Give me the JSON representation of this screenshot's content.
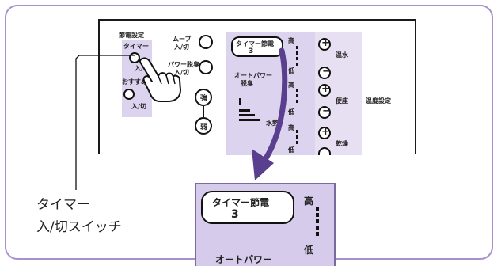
{
  "panel": {
    "section_title": "節電設定",
    "timer_btn_label": "タイマー",
    "onoff_label_1": "入/切",
    "osusume_label": "おすすめ",
    "onoff_label_2": "入/切",
    "move_label": "ムーブ",
    "move_onoff": "入/切",
    "power_label": "パワー脱臭",
    "power_onoff": "入/切",
    "strong_label": "強",
    "weak_label": "弱",
    "timer_display_label": "タイマー節電",
    "timer_display_value": "3",
    "autopower_label": "オートパワー",
    "autopower_sub": "脱臭",
    "suisei_label": "水勢",
    "high_1": "高",
    "low_1": "低",
    "high_2": "高",
    "low_2": "低",
    "high_3": "高",
    "low_3": "低",
    "onsui_label": "温水",
    "benza_label": "便座",
    "kansou_label": "乾燥",
    "temp_setting_label": "温度設定"
  },
  "zoom": {
    "timer_display_label": "タイマー節電",
    "timer_display_value": "3",
    "high": "高",
    "low": "低",
    "autopower_label": "オートパワー"
  },
  "callout": {
    "line1": "タイマー",
    "line2": "入/切スイッチ"
  },
  "colors": {
    "frame": "#a990cc",
    "accent_purple": "#5b3f8f",
    "panel_purple": "#dcd3ee"
  }
}
